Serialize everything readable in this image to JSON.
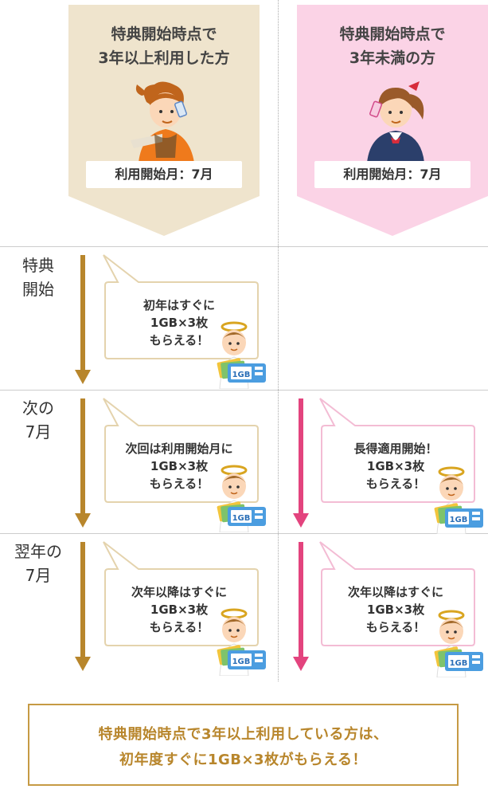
{
  "columns": [
    {
      "title_line1": "特典開始時点で",
      "title_line2": "3年以上利用した方",
      "start_label": "利用開始月：7月",
      "color": "#efe4cd",
      "arrow_color": "#b8862c"
    },
    {
      "title_line1": "特典開始時点で",
      "title_line2": "3年未満の方",
      "start_label": "利用開始月：7月",
      "color": "#fbd3e6",
      "arrow_color": "#e3447e"
    }
  ],
  "rows": [
    {
      "label_line1": "特典",
      "label_line2": "開始"
    },
    {
      "label_line1": "次の",
      "label_line2": "7月"
    },
    {
      "label_line1": "翌年の",
      "label_line2": "7月"
    }
  ],
  "bubbles": {
    "row1_left": {
      "line1": "初年はすぐに",
      "line2": "1GB×3枚",
      "line3": "もらえる！"
    },
    "row2_left": {
      "line1": "次回は利用開始月に",
      "line2": "1GB×3枚",
      "line3": "もらえる！"
    },
    "row2_right": {
      "line1": "長得適用開始！",
      "line2": "1GB×3枚",
      "line3": "もらえる！"
    },
    "row3_left": {
      "line1": "次年以降はすぐに",
      "line2": "1GB×3枚",
      "line3": "もらえる！"
    },
    "row3_right": {
      "line1": "次年以降はすぐに",
      "line2": "1GB×3枚",
      "line3": "もらえる！"
    }
  },
  "card_label": "1GB",
  "footer": {
    "line1": "特典開始時点で3年以上利用している方は、",
    "line2": "初年度すぐに1GB×3枚がもらえる！"
  },
  "colors": {
    "gold": "#b8862c",
    "pink": "#e3447e",
    "left_bubble_border": "#e4d3ad",
    "right_bubble_border": "#f3bcd4"
  },
  "icons": [
    "woman-phone-icon",
    "schoolgirl-phone-icon",
    "angel-boy-icon",
    "data-card-icon"
  ]
}
